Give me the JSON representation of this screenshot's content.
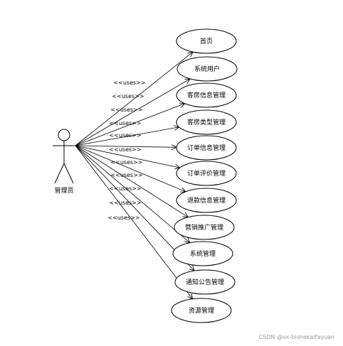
{
  "actor": {
    "label": "管理员"
  },
  "relationship_label": "<<uses>>",
  "use_cases": [
    {
      "label": "首页"
    },
    {
      "label": "系统用户"
    },
    {
      "label": "客房信息管理"
    },
    {
      "label": "客房类型管理"
    },
    {
      "label": "订单信息管理"
    },
    {
      "label": "订单评价管理"
    },
    {
      "label": "退款信息管理"
    },
    {
      "label": "营销推广管理"
    },
    {
      "label": "系统管理"
    },
    {
      "label": "通知公告管理"
    },
    {
      "label": "资源管理"
    }
  ],
  "watermark": "CSDN @vx-bishekaifayuan"
}
